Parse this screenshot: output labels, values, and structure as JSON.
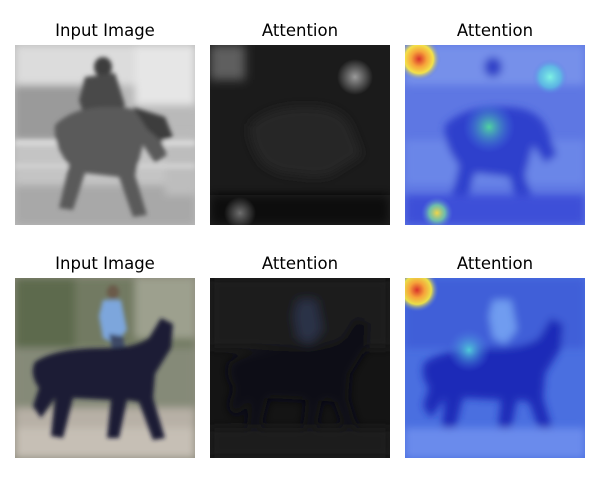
{
  "figure": {
    "rows": [
      {
        "subject": "grayscale photo of a rider on a horse",
        "panels": [
          {
            "title": "Input Image",
            "kind": "input"
          },
          {
            "title": "Attention",
            "kind": "attention-map"
          },
          {
            "title": "Attention",
            "kind": "attention-overlay"
          }
        ]
      },
      {
        "subject": "color photo of a rider on a dark horse",
        "panels": [
          {
            "title": "Input Image",
            "kind": "input"
          },
          {
            "title": "Attention",
            "kind": "attention-map"
          },
          {
            "title": "Attention",
            "kind": "attention-overlay"
          }
        ]
      }
    ]
  }
}
